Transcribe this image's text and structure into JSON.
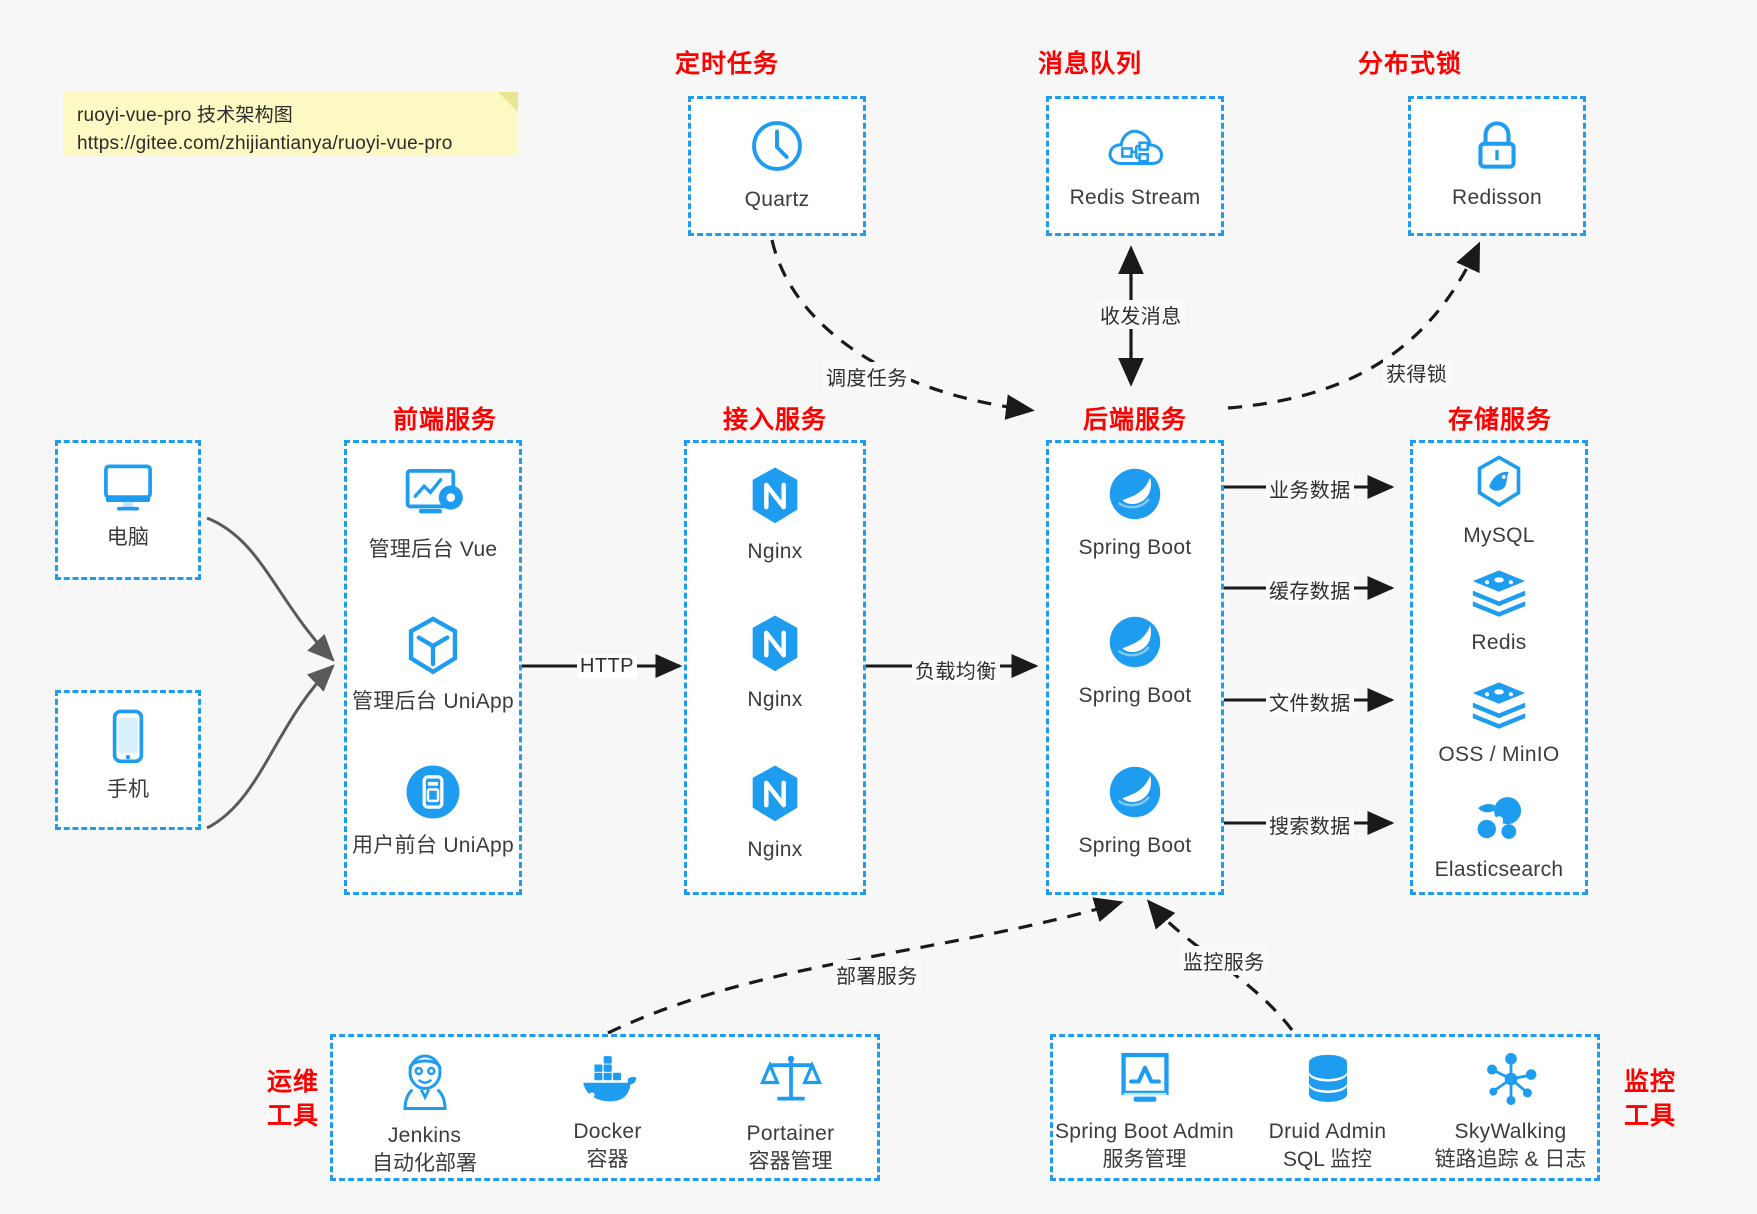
{
  "note": {
    "line1": "ruoyi-vue-pro 技术架构图",
    "line2": "https://gitee.com/zhijiantianya/ruoyi-vue-pro"
  },
  "colors": {
    "accent_blue": "#1e9cf0",
    "title_red": "#ff0000",
    "arrow_gray": "#5a5a5a",
    "arrow_black": "#1a1a1a",
    "canvas": "#f7f7f7",
    "note_yellow": "#fcf9c3"
  },
  "groups": {
    "scheduler": {
      "title": "定时任务",
      "items": [
        {
          "label": "Quartz",
          "icon": "clock-icon"
        }
      ]
    },
    "mq": {
      "title": "消息队列",
      "items": [
        {
          "label": "Redis Stream",
          "icon": "cloud-node-icon"
        }
      ]
    },
    "lock": {
      "title": "分布式锁",
      "items": [
        {
          "label": "Redisson",
          "icon": "lock-icon"
        }
      ]
    },
    "clients": {
      "items": [
        {
          "label": "电脑",
          "icon": "desktop-icon"
        },
        {
          "label": "手机",
          "icon": "mobile-icon"
        }
      ]
    },
    "frontend": {
      "title": "前端服务",
      "items": [
        {
          "label": "管理后台 Vue",
          "icon": "dashboard-gear-icon"
        },
        {
          "label": "管理后台 UniApp",
          "icon": "cube-icon"
        },
        {
          "label": "用户前台 UniApp",
          "icon": "phone-app-icon"
        }
      ]
    },
    "gateway": {
      "title": "接入服务",
      "items": [
        {
          "label": "Nginx",
          "icon": "nginx-icon"
        },
        {
          "label": "Nginx",
          "icon": "nginx-icon"
        },
        {
          "label": "Nginx",
          "icon": "nginx-icon"
        }
      ]
    },
    "backend": {
      "title": "后端服务",
      "items": [
        {
          "label": "Spring Boot",
          "icon": "spring-leaf-icon"
        },
        {
          "label": "Spring Boot",
          "icon": "spring-leaf-icon"
        },
        {
          "label": "Spring Boot",
          "icon": "spring-leaf-icon"
        }
      ]
    },
    "storage": {
      "title": "存储服务",
      "items": [
        {
          "label": "MySQL",
          "icon": "mysql-dolphin-icon"
        },
        {
          "label": "Redis",
          "icon": "redis-stack-icon"
        },
        {
          "label": "OSS / MinIO",
          "icon": "redis-stack-icon"
        },
        {
          "label": "Elasticsearch",
          "icon": "elasticsearch-icon"
        }
      ]
    },
    "devops": {
      "title": "运维\n工具",
      "title_l1": "运维",
      "title_l2": "工具",
      "items": [
        {
          "label": "Jenkins",
          "sub": "自动化部署",
          "icon": "jenkins-butler-icon"
        },
        {
          "label": "Docker",
          "sub": "容器",
          "icon": "docker-whale-icon"
        },
        {
          "label": "Portainer",
          "sub": "容器管理",
          "icon": "balance-scale-icon"
        }
      ]
    },
    "monitor": {
      "title_l1": "监控",
      "title_l2": "工具",
      "items": [
        {
          "label": "Spring Boot Admin",
          "sub": "服务管理",
          "icon": "monitor-chart-icon"
        },
        {
          "label": "Druid Admin",
          "sub": "SQL 监控",
          "icon": "database-icon"
        },
        {
          "label": "SkyWalking",
          "sub": "链路追踪 & 日志",
          "icon": "skywalking-node-icon"
        }
      ]
    }
  },
  "edges": {
    "http": "HTTP",
    "load_balance": "负载均衡",
    "schedule_task": "调度任务",
    "send_receive_msg": "收发消息",
    "acquire_lock": "获得锁",
    "business_data": "业务数据",
    "cache_data": "缓存数据",
    "file_data": "文件数据",
    "search_data": "搜索数据",
    "deploy_service": "部署服务",
    "monitor_service": "监控服务"
  }
}
